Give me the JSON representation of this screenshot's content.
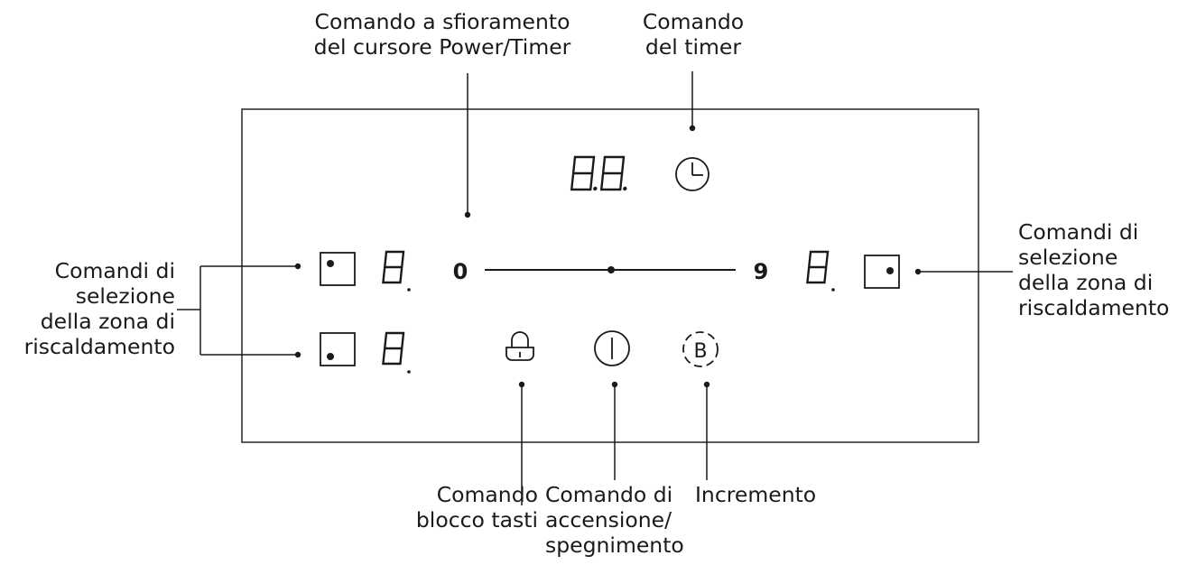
{
  "labels": {
    "slider": [
      "Comando a sfioramento",
      "del cursore Power/Timer"
    ],
    "timer": [
      "Comando",
      "del timer"
    ],
    "zone_left": [
      "Comandi di",
      "selezione",
      "della zona di",
      "riscaldamento"
    ],
    "zone_right": [
      "Comandi di",
      "selezione",
      "della zona di",
      "riscaldamento"
    ],
    "lock": [
      "Comando",
      "blocco tasti"
    ],
    "power": [
      "Comando di",
      "accensione/",
      "spegnimento"
    ],
    "boost": [
      "Incremento"
    ]
  },
  "panel": {
    "timer_display": "8.8.",
    "zone_display": "8",
    "slider_min": "0",
    "slider_max": "9",
    "boost_letter": "B"
  },
  "icons": [
    "clock-icon",
    "lock-icon",
    "power-icon",
    "boost-icon",
    "zone-select-icon"
  ]
}
